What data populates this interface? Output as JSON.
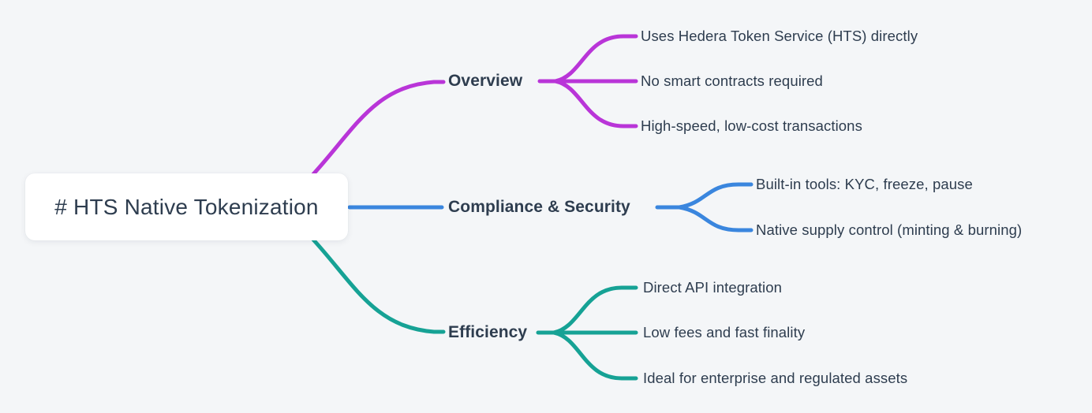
{
  "mindmap": {
    "root": {
      "label": "# HTS Native Tokenization"
    },
    "branches": [
      {
        "label": "Overview",
        "color": "#b935d8",
        "children": [
          "Uses Hedera Token Service (HTS) directly",
          "No smart contracts required",
          "High-speed, low-cost transactions"
        ]
      },
      {
        "label": "Compliance & Security",
        "color": "#3a86de",
        "children": [
          "Built-in tools: KYC, freeze, pause",
          "Native supply control (minting & burning)"
        ]
      },
      {
        "label": "Efficiency",
        "color": "#16a295",
        "children": [
          "Direct API integration",
          "Low fees and fast finality",
          "Ideal for enterprise and regulated assets"
        ]
      }
    ],
    "colors": {
      "background": "#f4f6f8",
      "card_background": "#ffffff",
      "text": "#2e3d4f"
    }
  }
}
